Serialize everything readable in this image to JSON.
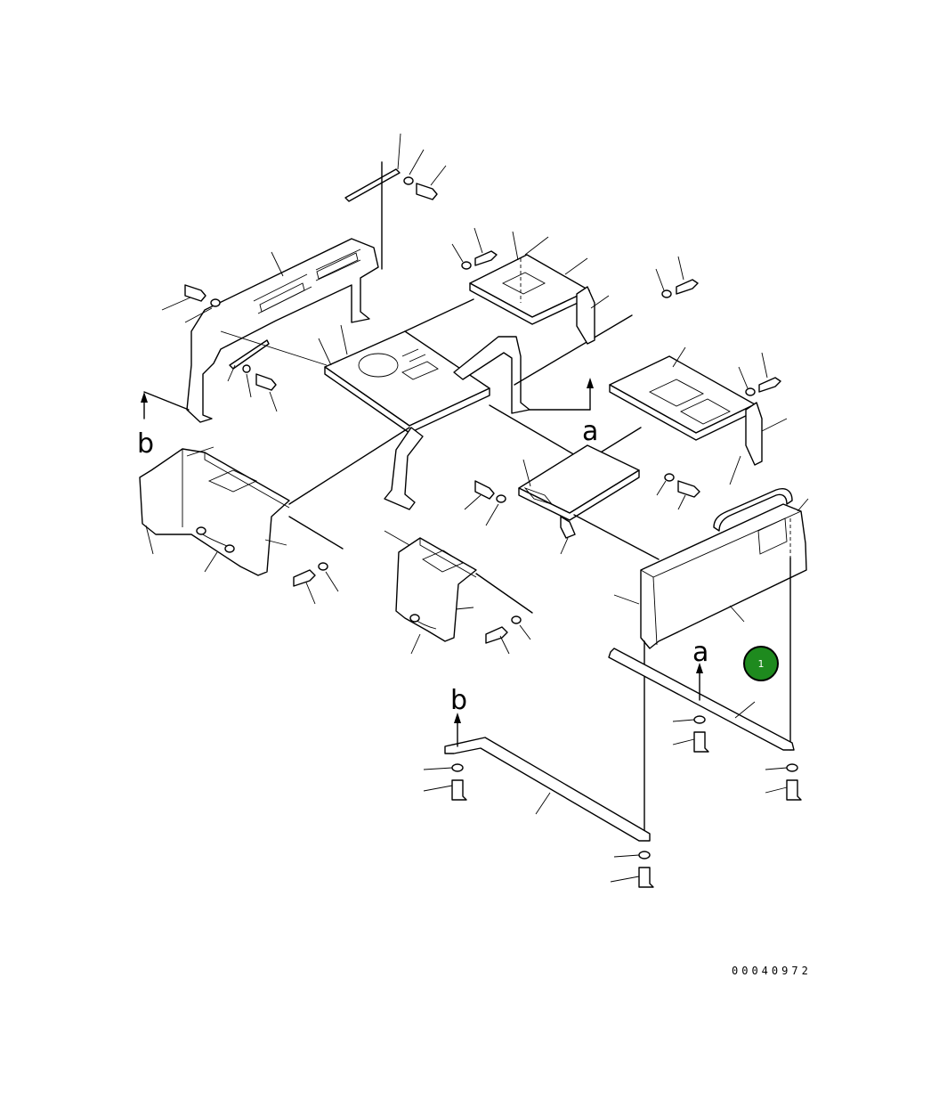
{
  "diagram": {
    "drawing_number": "00040972",
    "view_labels": {
      "a_left": "a",
      "a_right": "a",
      "b_left": "b",
      "b_bottom": "b"
    },
    "callouts": [
      {
        "id": "1",
        "label": "1",
        "color": "#1e8a1e"
      }
    ]
  }
}
